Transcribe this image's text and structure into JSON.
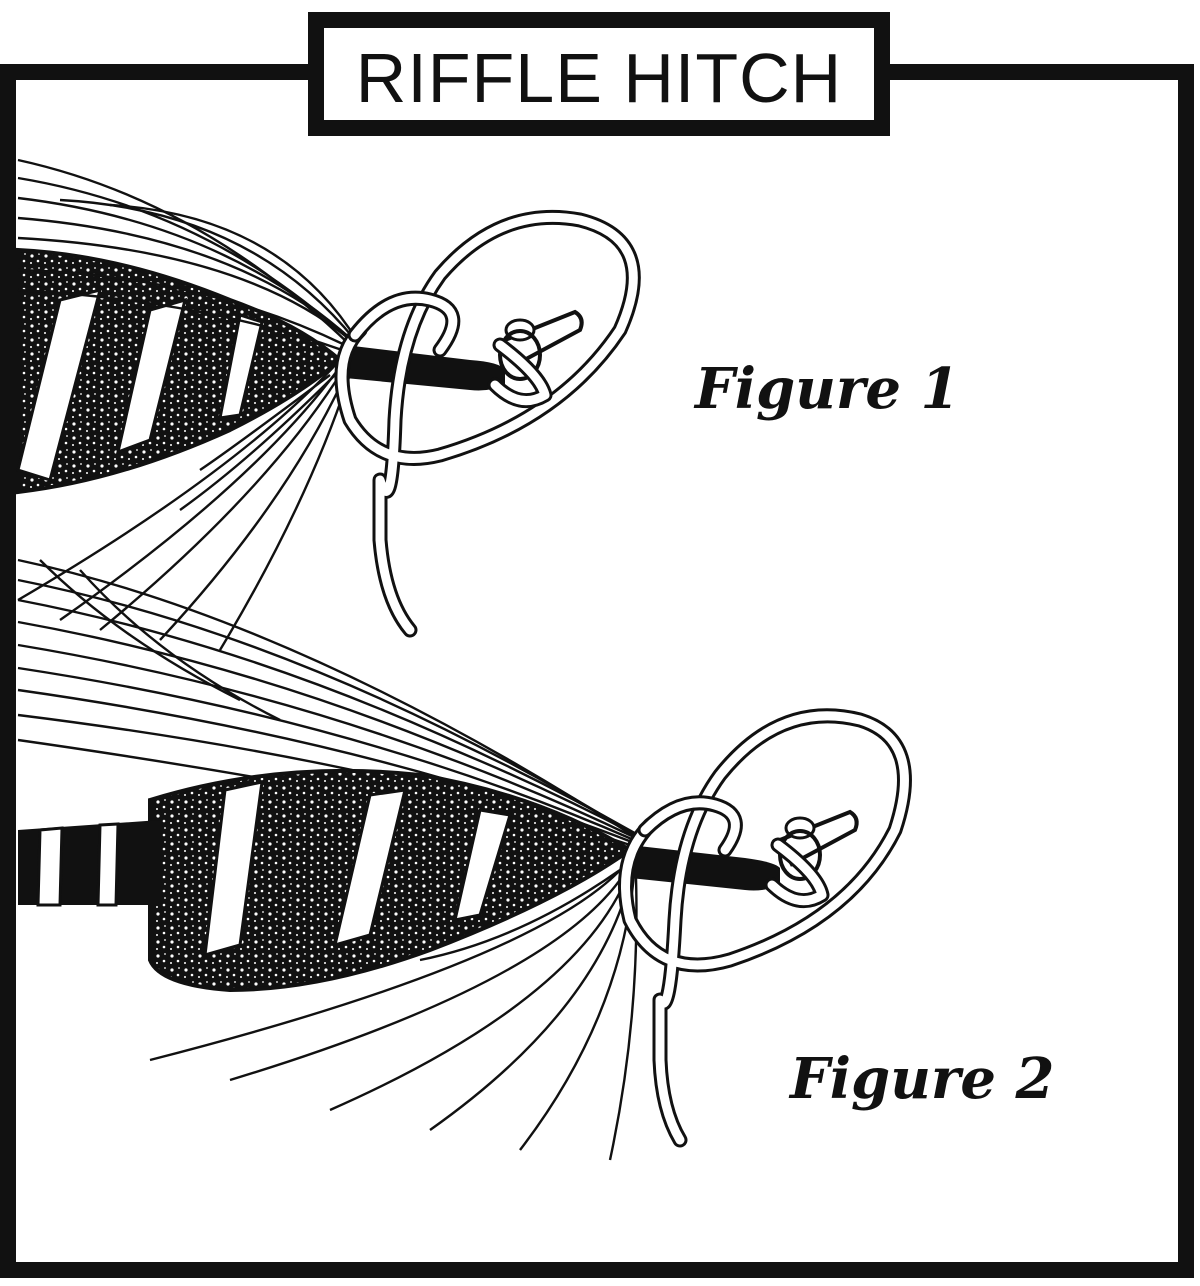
{
  "title": "RIFFLE HITCH",
  "figures": [
    {
      "label": "Figure 1"
    },
    {
      "label": "Figure 2"
    }
  ],
  "colors": {
    "ink": "#111111",
    "paper": "#ffffff"
  },
  "icon_names": [
    "fly-illustration-icon",
    "leader-loop-icon",
    "hook-eye-icon"
  ]
}
